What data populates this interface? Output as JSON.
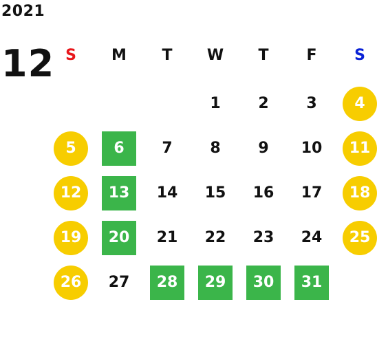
{
  "calendar": {
    "year": "2021",
    "month": "12",
    "colors": {
      "sunday_header": "#e8161b",
      "saturday_header": "#0a22d6",
      "weekday_header": "#111111",
      "holiday_circle": "#f7cd00",
      "business_closed": "#3bb54a",
      "normal_text": "#111111"
    },
    "weekdays": [
      {
        "label": "S",
        "color": "#e8161b"
      },
      {
        "label": "M",
        "color": "#111111"
      },
      {
        "label": "T",
        "color": "#111111"
      },
      {
        "label": "W",
        "color": "#111111"
      },
      {
        "label": "T",
        "color": "#111111"
      },
      {
        "label": "F",
        "color": "#111111"
      },
      {
        "label": "S",
        "color": "#0a22d6"
      }
    ],
    "days": [
      {
        "label": "1",
        "style": "plain"
      },
      {
        "label": "2",
        "style": "plain"
      },
      {
        "label": "3",
        "style": "plain"
      },
      {
        "label": "4",
        "style": "circle"
      },
      {
        "label": "5",
        "style": "circle"
      },
      {
        "label": "6",
        "style": "square"
      },
      {
        "label": "7",
        "style": "plain"
      },
      {
        "label": "8",
        "style": "plain"
      },
      {
        "label": "9",
        "style": "plain"
      },
      {
        "label": "10",
        "style": "plain"
      },
      {
        "label": "11",
        "style": "circle"
      },
      {
        "label": "12",
        "style": "circle"
      },
      {
        "label": "13",
        "style": "square"
      },
      {
        "label": "14",
        "style": "plain"
      },
      {
        "label": "15",
        "style": "plain"
      },
      {
        "label": "16",
        "style": "plain"
      },
      {
        "label": "17",
        "style": "plain"
      },
      {
        "label": "18",
        "style": "circle"
      },
      {
        "label": "19",
        "style": "circle"
      },
      {
        "label": "20",
        "style": "square"
      },
      {
        "label": "21",
        "style": "plain"
      },
      {
        "label": "22",
        "style": "plain"
      },
      {
        "label": "23",
        "style": "plain"
      },
      {
        "label": "24",
        "style": "plain"
      },
      {
        "label": "25",
        "style": "circle"
      },
      {
        "label": "26",
        "style": "circle"
      },
      {
        "label": "27",
        "style": "plain"
      },
      {
        "label": "28",
        "style": "square"
      },
      {
        "label": "29",
        "style": "square"
      },
      {
        "label": "30",
        "style": "square"
      },
      {
        "label": "31",
        "style": "square"
      }
    ],
    "first_weekday_index": 3
  }
}
